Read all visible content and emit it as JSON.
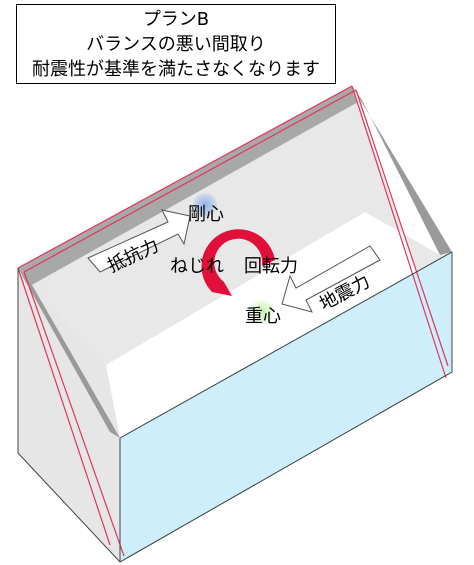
{
  "caption": {
    "line1": "プランB",
    "line2": "バランスの悪い間取り",
    "line3": "耐震性が基準を満たさなくなります"
  },
  "labels": {
    "stiffness_center": "剛心",
    "resistance": "抵抗力",
    "torsion": "ねじれ",
    "rotation_force": "回転力",
    "seismic_force": "地震力",
    "center_of_gravity": "重心"
  },
  "colors": {
    "wall_gray": "#e6e6e6",
    "wall_dark": "#9a9a9a",
    "glass": "#cdeefa",
    "edge_red": "#e0365c",
    "rotation_arrow": "#e0103a",
    "stiffness_dot": "#8fb0e8",
    "gravity_dot": "#c6f0a8"
  }
}
